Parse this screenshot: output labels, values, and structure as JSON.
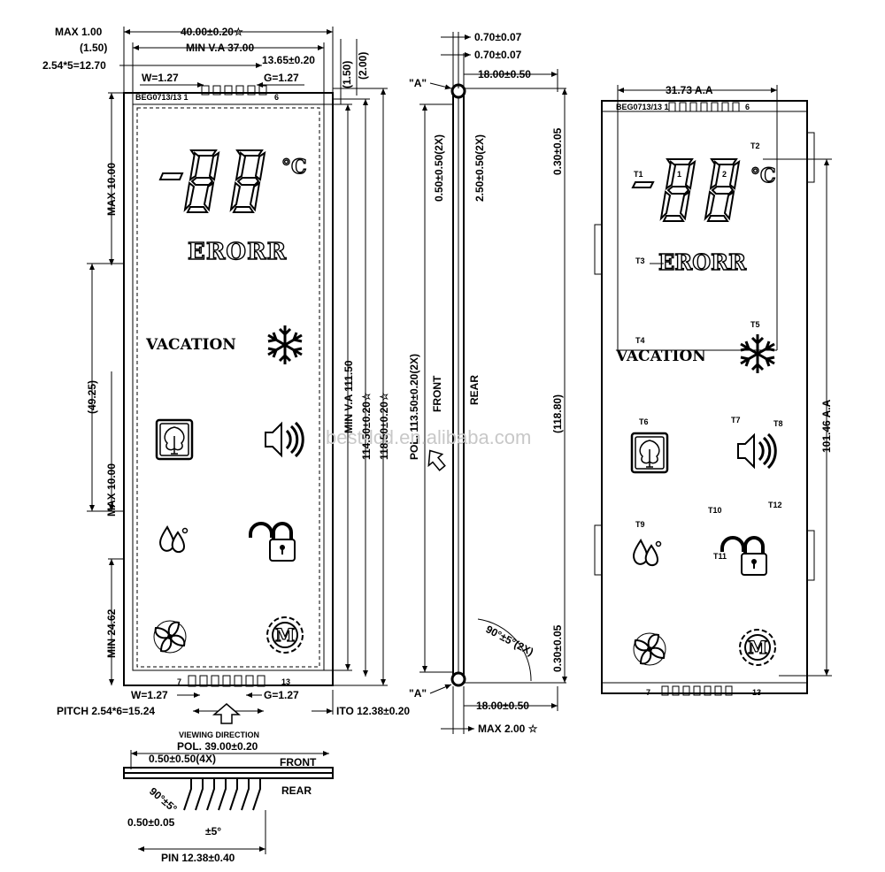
{
  "front_view": {
    "overall_width": "40.00±0.20☆",
    "max_left": "MAX 1.00",
    "offset_left": "(1.50)",
    "min_va_width": "MIN V.A 37.00",
    "pin_span_top": "2.54*5=12.70",
    "pin_offset_top": "13.65±0.20",
    "pin_width_top": "W=1.27",
    "pin_gap_top": "G=1.27",
    "right_offset_1": "(1.50)",
    "right_offset_2": "(2.00)",
    "part_code": "BEG0713/13 1",
    "pin_label_6": "6",
    "max_10_top": "MAX 10.00",
    "pitch_side": "(49.25)",
    "max_10_bottom": "MAX 10.00",
    "min_bottom": "MIN 24.62",
    "min_va_height": "MIN V.A 111.50",
    "height_1": "114.50±0.20☆",
    "height_2": "118.50±0.20☆",
    "pin_label_7": "7",
    "pin_label_13": "13",
    "pin_width_bottom": "W=1.27",
    "pin_gap_bottom": "G=1.27",
    "pitch_bottom": "PITCH 2.54*6=15.24",
    "ito": "ITO 12.38±0.20",
    "unit": "°C",
    "error_text": "ERORR",
    "vacation_text": "VACATION"
  },
  "side_view": {
    "marker_a": "\"A\"",
    "t_1": "0.70±0.07",
    "t_2": "0.70±0.07",
    "width_top": "18.00±0.50",
    "width_bottom": "18.00±0.50",
    "top_margin_1": "0.50±0.50(2X)",
    "top_margin_2": "2.50±0.50(2X)",
    "top_right": "0.30±0.05",
    "pol_length": "POL. 113.50±0.20(2X)",
    "front_label": "FRONT",
    "rear_label": "REAR",
    "total_length": "(118.80)",
    "bottom_right": "0.30±0.05",
    "angle": "90°±5°(2X)",
    "max_thickness": "MAX 2.00 ☆"
  },
  "bottom_view": {
    "viewing_direction": "VIEWING DIRECTION",
    "pol": "POL. 39.00±0.20",
    "front_label": "FRONT",
    "rear_label": "REAR",
    "offset": "0.50±0.50(4X)",
    "angle": "90°±5°",
    "pin_thickness": "0.50±0.05",
    "tolerance_angle": "±5°",
    "pin_length": "PIN 12.38±0.40"
  },
  "segment_map": {
    "aa_width": "31.73 A.A",
    "aa_height": "101.46 A.A",
    "part_code": "BEG0713/13 1",
    "pin_label_6": "6",
    "pin_label_7": "7",
    "pin_label_13": "13",
    "t1": "T1",
    "t2": "T2",
    "t3": "T3",
    "t4": "T4",
    "t5": "T5",
    "t6": "T6",
    "t7": "T7",
    "t8": "T8",
    "t9": "T9",
    "t10": "T10",
    "t11": "T11",
    "t12": "T12",
    "digit_1": "1",
    "digit_2": "2",
    "unit": "°C",
    "error_text": "ERORR",
    "vacation_text": "VACATION"
  },
  "watermark": "best-lcd.en.alibaba.com"
}
